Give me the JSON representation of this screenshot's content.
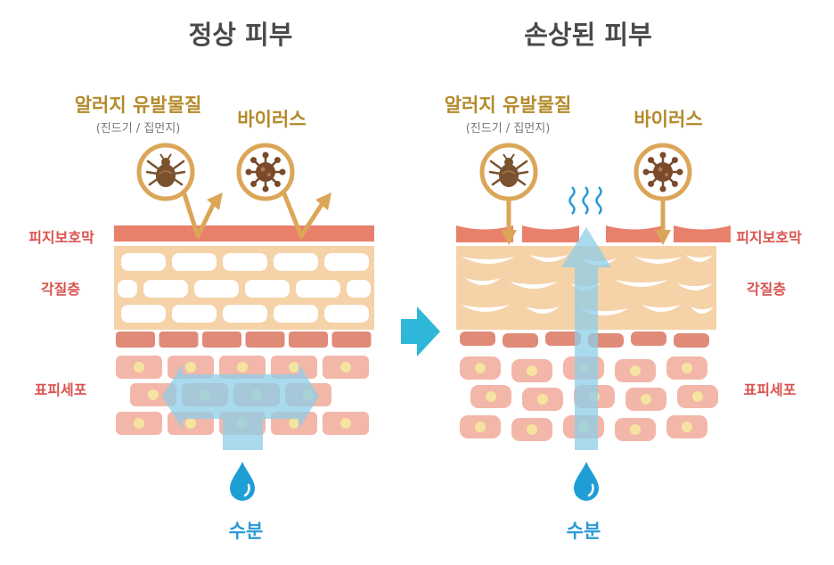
{
  "normal": {
    "title": "정상 피부",
    "allergen_label": "알러지 유발물질",
    "allergen_sub": "(진드기 / 집먼지)",
    "virus_label": "바이러스",
    "layers": {
      "sebum": "피지보호막",
      "stratum": "각질층",
      "epidermis": "표피세포"
    },
    "water_label": "수분"
  },
  "damaged": {
    "title": "손상된 피부",
    "allergen_label": "알러지 유발물질",
    "allergen_sub": "(진드기 / 집먼지)",
    "virus_label": "바이러스",
    "layers": {
      "sebum": "피지보호막",
      "stratum": "각질층",
      "epidermis": "표피세포"
    },
    "water_label": "수분"
  },
  "icons": {
    "mite": "mite-icon",
    "virus": "virus-icon",
    "droplet": "water-drop-icon",
    "arrow": "transition-arrow-icon",
    "vapor": "evaporation-wave-icon"
  },
  "colors": {
    "gold": "#dca659",
    "gold_text": "#b48a2a",
    "sebum": "#e9806c",
    "stratum": "#f5d2a8",
    "cell": "#f2b7a8",
    "nucleus": "#f6e3a0",
    "water_arrow": "#8ecde8",
    "water_text": "#2b9ad6",
    "layer_text": "#d9534f",
    "transition_arrow": "#2eb7d8"
  }
}
